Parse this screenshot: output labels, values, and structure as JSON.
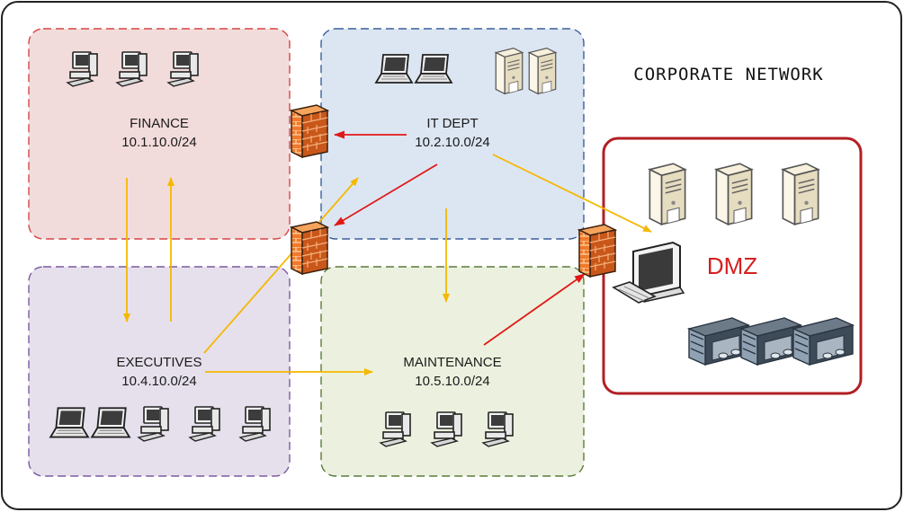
{
  "title": "CORPORATE NETWORK",
  "zones": {
    "finance": {
      "name": "FINANCE",
      "subnet": "10.1.10.0/24",
      "fill": "#f2dcdb",
      "border": "#d64545"
    },
    "it": {
      "name": "IT DEPT",
      "subnet": "10.2.10.0/24",
      "fill": "#dce6f2",
      "border": "#3a5f9a"
    },
    "executives": {
      "name": "EXECUTIVES",
      "subnet": "10.4.10.0/24",
      "fill": "#e6e0ec",
      "border": "#7a5aa0"
    },
    "maintenance": {
      "name": "MAINTENANCE",
      "subnet": "10.5.10.0/24",
      "fill": "#ebf1de",
      "border": "#5c7a3a"
    }
  },
  "dmz": {
    "name": "DMZ",
    "border": "#b21f24",
    "label_color": "#d42020"
  },
  "colors": {
    "allowed_arrow": "#f5b800",
    "blocked_arrow": "#e01818",
    "firewall": "#f07a2a",
    "outer_border": "#222222"
  },
  "icons": {
    "finance": [
      "desktop-icon",
      "desktop-icon",
      "desktop-icon"
    ],
    "it": [
      "laptop-icon",
      "laptop-icon",
      "server-icon",
      "server-icon"
    ],
    "executives": [
      "laptop-icon",
      "laptop-icon",
      "desktop-icon",
      "desktop-icon",
      "desktop-icon"
    ],
    "maintenance": [
      "desktop-icon",
      "desktop-icon",
      "desktop-icon"
    ],
    "dmz": [
      "server-icon",
      "server-icon",
      "server-icon",
      "monitor-icon",
      "keyboard-icon",
      "rack-server-icon",
      "rack-server-icon",
      "rack-server-icon"
    ],
    "firewalls": [
      "firewall-icon",
      "firewall-icon",
      "firewall-icon"
    ]
  }
}
